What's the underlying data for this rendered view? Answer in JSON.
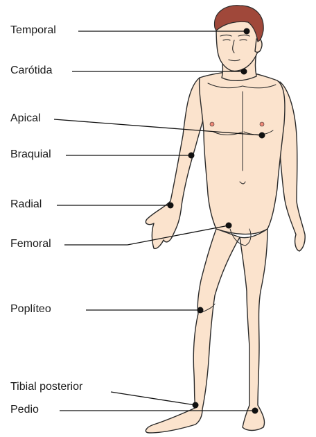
{
  "colors": {
    "skin": "#fbe3cd",
    "outline": "#2a2a2a",
    "hair": "#a0483a",
    "nipple": "#f28a78",
    "pulse_dot": "#111111",
    "leader_line": "#111111",
    "label_text": "#1a1a1a"
  },
  "labels": {
    "temporal": "Temporal",
    "carotida": "Carótida",
    "apical": "Apical",
    "braquial": "Braquial",
    "radial": "Radial",
    "femoral": "Femoral",
    "popliteo": "Poplíteo",
    "tibial_posterior": "Tibial posterior",
    "pedio": "Pedio"
  }
}
